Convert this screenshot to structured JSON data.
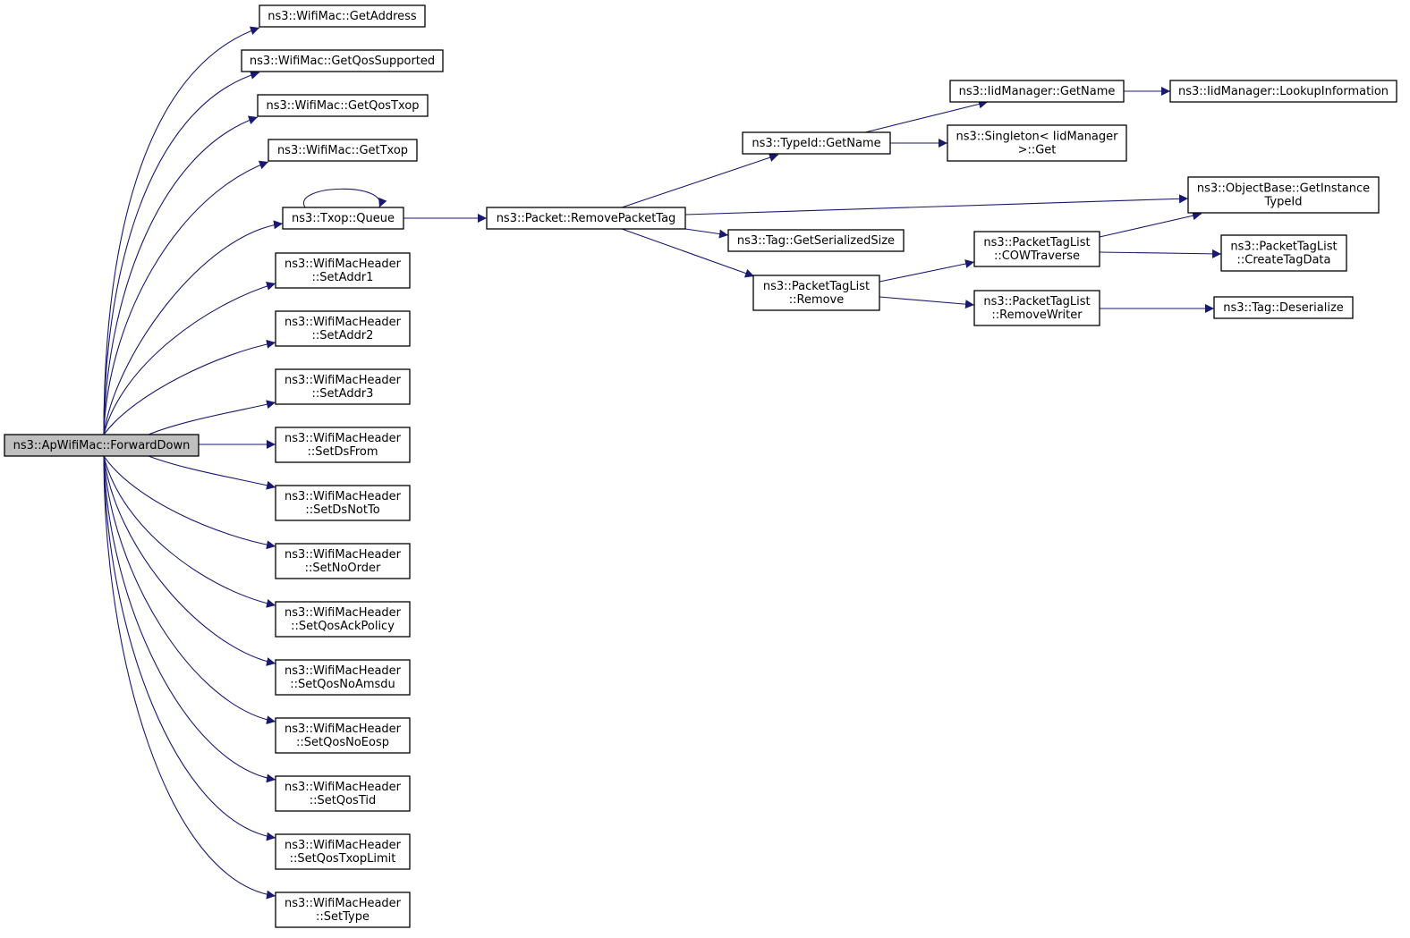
{
  "graph": {
    "edge_color": "#191970",
    "root_fill": "#bfbfbf",
    "nodes": [
      {
        "id": "n0",
        "lines": [
          "ns3::ApWifiMac::ForwardDown"
        ],
        "root": true
      },
      {
        "id": "n1",
        "lines": [
          "ns3::WifiMac::GetAddress"
        ]
      },
      {
        "id": "n2",
        "lines": [
          "ns3::WifiMac::GetQosSupported"
        ]
      },
      {
        "id": "n3",
        "lines": [
          "ns3::WifiMac::GetQosTxop"
        ]
      },
      {
        "id": "n4",
        "lines": [
          "ns3::WifiMac::GetTxop"
        ]
      },
      {
        "id": "n5",
        "lines": [
          "ns3::Txop::Queue"
        ]
      },
      {
        "id": "n6",
        "lines": [
          "ns3::WifiMacHeader",
          "::SetAddr1"
        ]
      },
      {
        "id": "n7",
        "lines": [
          "ns3::WifiMacHeader",
          "::SetAddr2"
        ]
      },
      {
        "id": "n8",
        "lines": [
          "ns3::WifiMacHeader",
          "::SetAddr3"
        ]
      },
      {
        "id": "n9",
        "lines": [
          "ns3::WifiMacHeader",
          "::SetDsFrom"
        ]
      },
      {
        "id": "n10",
        "lines": [
          "ns3::WifiMacHeader",
          "::SetDsNotTo"
        ]
      },
      {
        "id": "n11",
        "lines": [
          "ns3::WifiMacHeader",
          "::SetNoOrder"
        ]
      },
      {
        "id": "n12",
        "lines": [
          "ns3::WifiMacHeader",
          "::SetQosAckPolicy"
        ]
      },
      {
        "id": "n13",
        "lines": [
          "ns3::WifiMacHeader",
          "::SetQosNoAmsdu"
        ]
      },
      {
        "id": "n14",
        "lines": [
          "ns3::WifiMacHeader",
          "::SetQosNoEosp"
        ]
      },
      {
        "id": "n15",
        "lines": [
          "ns3::WifiMacHeader",
          "::SetQosTid"
        ]
      },
      {
        "id": "n16",
        "lines": [
          "ns3::WifiMacHeader",
          "::SetQosTxopLimit"
        ]
      },
      {
        "id": "n17",
        "lines": [
          "ns3::WifiMacHeader",
          "::SetType"
        ]
      },
      {
        "id": "n18",
        "lines": [
          "ns3::Packet::RemovePacketTag"
        ]
      },
      {
        "id": "n19",
        "lines": [
          "ns3::TypeId::GetName"
        ]
      },
      {
        "id": "n20",
        "lines": [
          "ns3::Tag::GetSerializedSize"
        ]
      },
      {
        "id": "n21",
        "lines": [
          "ns3::PacketTagList",
          "::Remove"
        ]
      },
      {
        "id": "n22",
        "lines": [
          "ns3::IidManager::GetName"
        ]
      },
      {
        "id": "n23",
        "lines": [
          "ns3::Singleton< IidManager",
          " >::Get"
        ]
      },
      {
        "id": "n24",
        "lines": [
          "ns3::PacketTagList",
          "::COWTraverse"
        ]
      },
      {
        "id": "n25",
        "lines": [
          "ns3::PacketTagList",
          "::RemoveWriter"
        ]
      },
      {
        "id": "n26",
        "lines": [
          "ns3::IidManager::LookupInformation"
        ]
      },
      {
        "id": "n27",
        "lines": [
          "ns3::ObjectBase::GetInstance",
          "TypeId"
        ]
      },
      {
        "id": "n28",
        "lines": [
          "ns3::PacketTagList",
          "::CreateTagData"
        ]
      },
      {
        "id": "n29",
        "lines": [
          "ns3::Tag::Deserialize"
        ]
      }
    ],
    "edges": [
      [
        "n0",
        "n1"
      ],
      [
        "n0",
        "n2"
      ],
      [
        "n0",
        "n3"
      ],
      [
        "n0",
        "n4"
      ],
      [
        "n0",
        "n5"
      ],
      [
        "n0",
        "n6"
      ],
      [
        "n0",
        "n7"
      ],
      [
        "n0",
        "n8"
      ],
      [
        "n0",
        "n9"
      ],
      [
        "n0",
        "n10"
      ],
      [
        "n0",
        "n11"
      ],
      [
        "n0",
        "n12"
      ],
      [
        "n0",
        "n13"
      ],
      [
        "n0",
        "n14"
      ],
      [
        "n0",
        "n15"
      ],
      [
        "n0",
        "n16"
      ],
      [
        "n0",
        "n17"
      ],
      [
        "n5",
        "n5"
      ],
      [
        "n5",
        "n18"
      ],
      [
        "n18",
        "n19"
      ],
      [
        "n18",
        "n27"
      ],
      [
        "n18",
        "n20"
      ],
      [
        "n18",
        "n21"
      ],
      [
        "n19",
        "n22"
      ],
      [
        "n19",
        "n23"
      ],
      [
        "n22",
        "n26"
      ],
      [
        "n21",
        "n24"
      ],
      [
        "n21",
        "n25"
      ],
      [
        "n24",
        "n27"
      ],
      [
        "n24",
        "n28"
      ],
      [
        "n25",
        "n29"
      ]
    ]
  }
}
